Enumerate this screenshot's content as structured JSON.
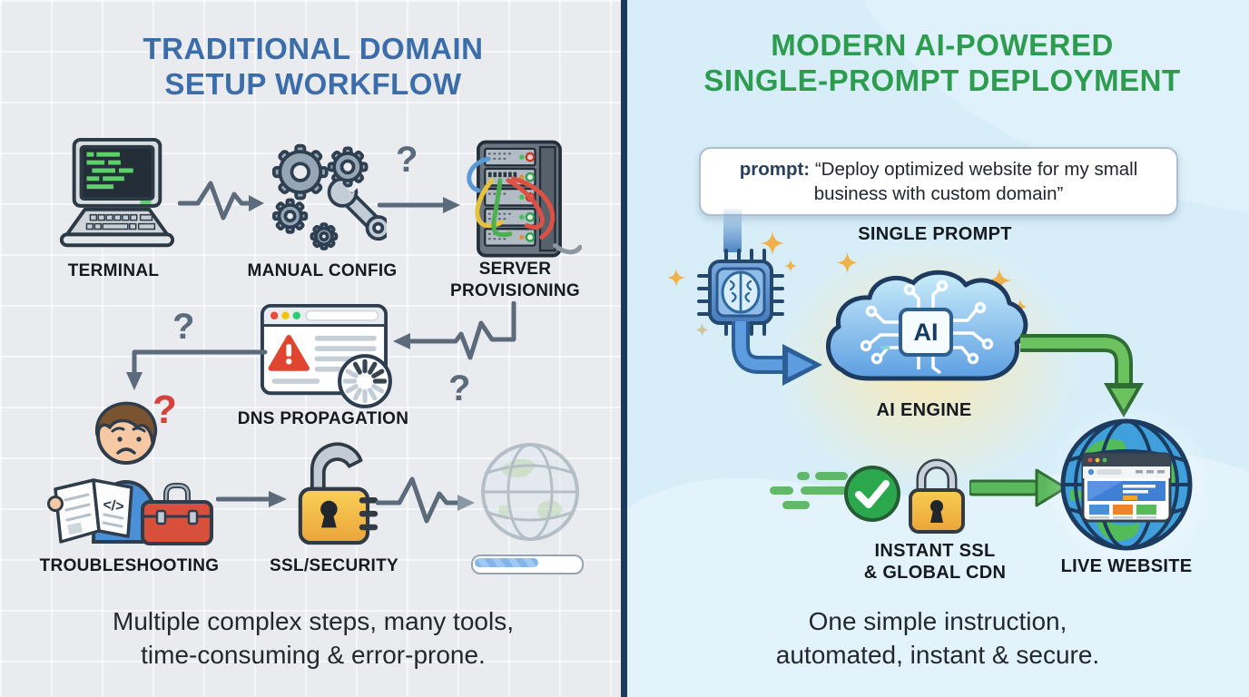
{
  "left": {
    "title": [
      "TRADITIONAL DOMAIN",
      "SETUP WORKFLOW"
    ],
    "labels": {
      "terminal": "TERMINAL",
      "manual_config": "MANUAL CONFIG",
      "server_provisioning": [
        "SERVER",
        "PROVISIONING"
      ],
      "dns_propagation": "DNS PROPAGATION",
      "troubleshooting": "TROUBLESHOOTING",
      "ssl_security": "SSL/SECURITY"
    },
    "book_code": "</>",
    "summary": [
      "Multiple complex steps, many tools,",
      "time-consuming & error-prone."
    ]
  },
  "right": {
    "title": [
      "MODERN AI-POWERED",
      "SINGLE-PROMPT DEPLOYMENT"
    ],
    "prompt_label": "prompt:",
    "prompt_text": "“Deploy optimized website for my small business with custom domain”",
    "labels": {
      "single_prompt": "SINGLE PROMPT",
      "ai_engine": "AI ENGINE",
      "instant_ssl": [
        "INSTANT SSL",
        "& GLOBAL CDN"
      ],
      "live_website": "LIVE WEBSITE"
    },
    "ai_chip_text": "AI",
    "summary": [
      "One simple instruction,",
      "automated, instant & secure."
    ]
  },
  "marks": {
    "question": "?"
  },
  "colors": {
    "left_title": "#3a6da9",
    "right_title": "#2d9c4f",
    "divider": "#1b3a5c",
    "left_bg": "#e9ebee",
    "right_bg": "#d7eef9",
    "arrow_gray": "#5b6b7c",
    "accent_blue": "#4a8ed2",
    "accent_green": "#53b35a",
    "lock_yellow": "#f2b53d",
    "alert_red": "#e0452f",
    "terminal_code_green": "#5ed06a"
  }
}
